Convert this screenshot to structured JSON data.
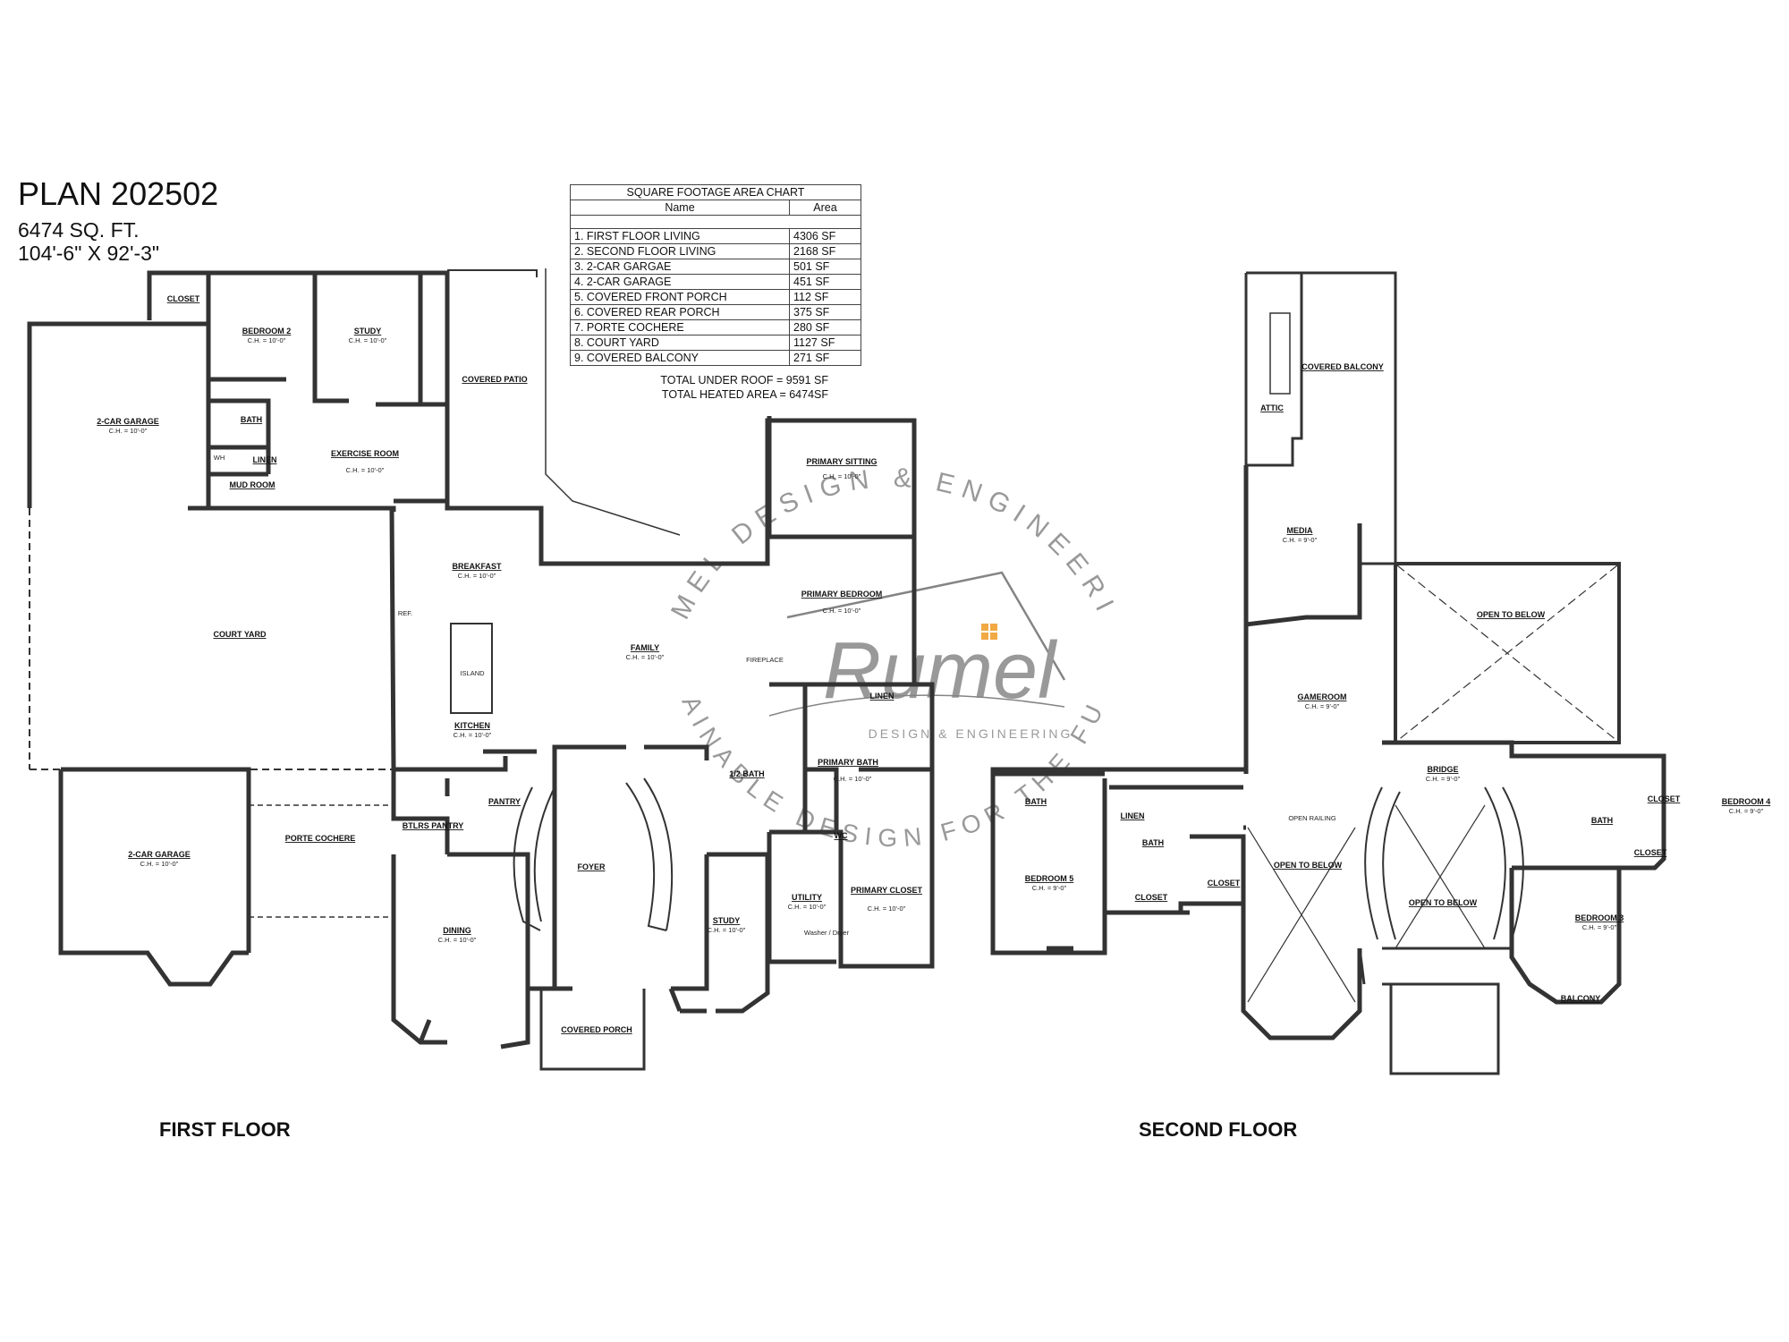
{
  "header": {
    "title": "PLAN 202502",
    "sqft": "6474 SQ. FT.",
    "dims": "104'-6\" X 92'-3\""
  },
  "area_chart": {
    "title": "SQUARE FOOTAGE AREA CHART",
    "col_name": "Name",
    "col_area": "Area",
    "rows": [
      {
        "name": "1. FIRST FLOOR LIVING",
        "area": "4306 SF"
      },
      {
        "name": "2. SECOND FLOOR LIVING",
        "area": "2168 SF"
      },
      {
        "name": "3. 2-CAR GARGAE",
        "area": "501 SF"
      },
      {
        "name": "4. 2-CAR GARAGE",
        "area": "451 SF"
      },
      {
        "name": "5. COVERED FRONT PORCH",
        "area": "112 SF"
      },
      {
        "name": "6. COVERED REAR PORCH",
        "area": "375 SF"
      },
      {
        "name": "7. PORTE COCHERE",
        "area": "280 SF"
      },
      {
        "name": "8. COURT YARD",
        "area": "1127 SF"
      },
      {
        "name": "9. COVERED BALCONY",
        "area": "271 SF"
      }
    ],
    "total_under_roof": "TOTAL UNDER ROOF = 9591 SF",
    "total_heated": "TOTAL HEATED AREA =  6474SF"
  },
  "floor_labels": {
    "first": "FIRST FLOOR",
    "second": "SECOND FLOOR"
  },
  "watermark": {
    "arc_top": "RUMEL DESIGN & ENGINEERING",
    "arc_bottom": "SUSTAINABLE DESIGN FOR THE FUTURE",
    "script": "Rumel",
    "sub": "DESIGN & ENGINEERING"
  },
  "rooms_first": [
    {
      "label": "CLOSET",
      "ch": ""
    },
    {
      "label": "BEDROOM 2",
      "ch": "C.H. = 10'-0\""
    },
    {
      "label": "STUDY",
      "ch": "C.H. = 10'-0\""
    },
    {
      "label": "2-CAR GARAGE",
      "ch": "C.H. = 10'-0\""
    },
    {
      "label": "BATH",
      "ch": ""
    },
    {
      "label": "WH",
      "ch": ""
    },
    {
      "label": "LINEN",
      "ch": ""
    },
    {
      "label": "MUD ROOM",
      "ch": ""
    },
    {
      "label": "EXERCISE ROOM",
      "ch": "C.H. = 10'-0\""
    },
    {
      "label": "COVERED PATIO",
      "ch": ""
    },
    {
      "label": "BREAKFAST",
      "ch": "C.H. = 10'-0\""
    },
    {
      "label": "COURT YARD",
      "ch": ""
    },
    {
      "label": "ISLAND",
      "ch": ""
    },
    {
      "label": "REF.",
      "ch": ""
    },
    {
      "label": "KITCHEN",
      "ch": "C.H. = 10'-0\""
    },
    {
      "label": "FAMILY",
      "ch": "C.H. = 10'-0\""
    },
    {
      "label": "FIREPLACE",
      "ch": ""
    },
    {
      "label": "PRIMARY SITTING",
      "ch": "C.H. = 10'-0\""
    },
    {
      "label": "PRIMARY BEDROOM",
      "ch": "C.H. = 10'-0\""
    },
    {
      "label": "LINEN",
      "ch": ""
    },
    {
      "label": "PRIMARY BATH",
      "ch": "C.H. = 10'-0\""
    },
    {
      "label": "WC",
      "ch": ""
    },
    {
      "label": "PANTRY",
      "ch": ""
    },
    {
      "label": "1/2 BATH",
      "ch": ""
    },
    {
      "label": "BTLRS PANTRY",
      "ch": ""
    },
    {
      "label": "2-CAR GARAGE",
      "ch": "C.H. = 10'-0\""
    },
    {
      "label": "PORTE COCHERE",
      "ch": ""
    },
    {
      "label": "FOYER",
      "ch": ""
    },
    {
      "label": "DINING",
      "ch": "C.H. = 10'-0\""
    },
    {
      "label": "STUDY",
      "ch": "C.H. = 10'-0\""
    },
    {
      "label": "UTILITY",
      "ch": "C.H. = 10'-0\""
    },
    {
      "label": "Washer / Dryer",
      "ch": ""
    },
    {
      "label": "PRIMARY CLOSET",
      "ch": "C.H. = 10'-0\""
    },
    {
      "label": "COVERED PORCH",
      "ch": ""
    }
  ],
  "rooms_second": [
    {
      "label": "ATTIC",
      "ch": ""
    },
    {
      "label": "COVERED BALCONY",
      "ch": ""
    },
    {
      "label": "MEDIA",
      "ch": "C.H. = 9'-0\""
    },
    {
      "label": "OPEN TO BELOW",
      "ch": ""
    },
    {
      "label": "GAMEROOM",
      "ch": "C.H. = 9'-0\""
    },
    {
      "label": "BATH",
      "ch": ""
    },
    {
      "label": "LINEN",
      "ch": ""
    },
    {
      "label": "OPEN RAILING",
      "ch": ""
    },
    {
      "label": "BRIDGE",
      "ch": "C.H. = 9'-0\""
    },
    {
      "label": "BATH",
      "ch": ""
    },
    {
      "label": "CLOSET",
      "ch": ""
    },
    {
      "label": "BEDROOM 4",
      "ch": "C.H. = 9'-0\""
    },
    {
      "label": "BATH",
      "ch": ""
    },
    {
      "label": "CLOSET",
      "ch": ""
    },
    {
      "label": "BEDROOM 5",
      "ch": "C.H. = 9'-0\""
    },
    {
      "label": "CLOSET",
      "ch": ""
    },
    {
      "label": "CLOSET",
      "ch": ""
    },
    {
      "label": "OPEN TO BELOW",
      "ch": ""
    },
    {
      "label": "OPEN TO BELOW",
      "ch": ""
    },
    {
      "label": "BEDROOM 3",
      "ch": "C.H. = 9'-0\""
    },
    {
      "label": "BALCONY",
      "ch": ""
    }
  ]
}
